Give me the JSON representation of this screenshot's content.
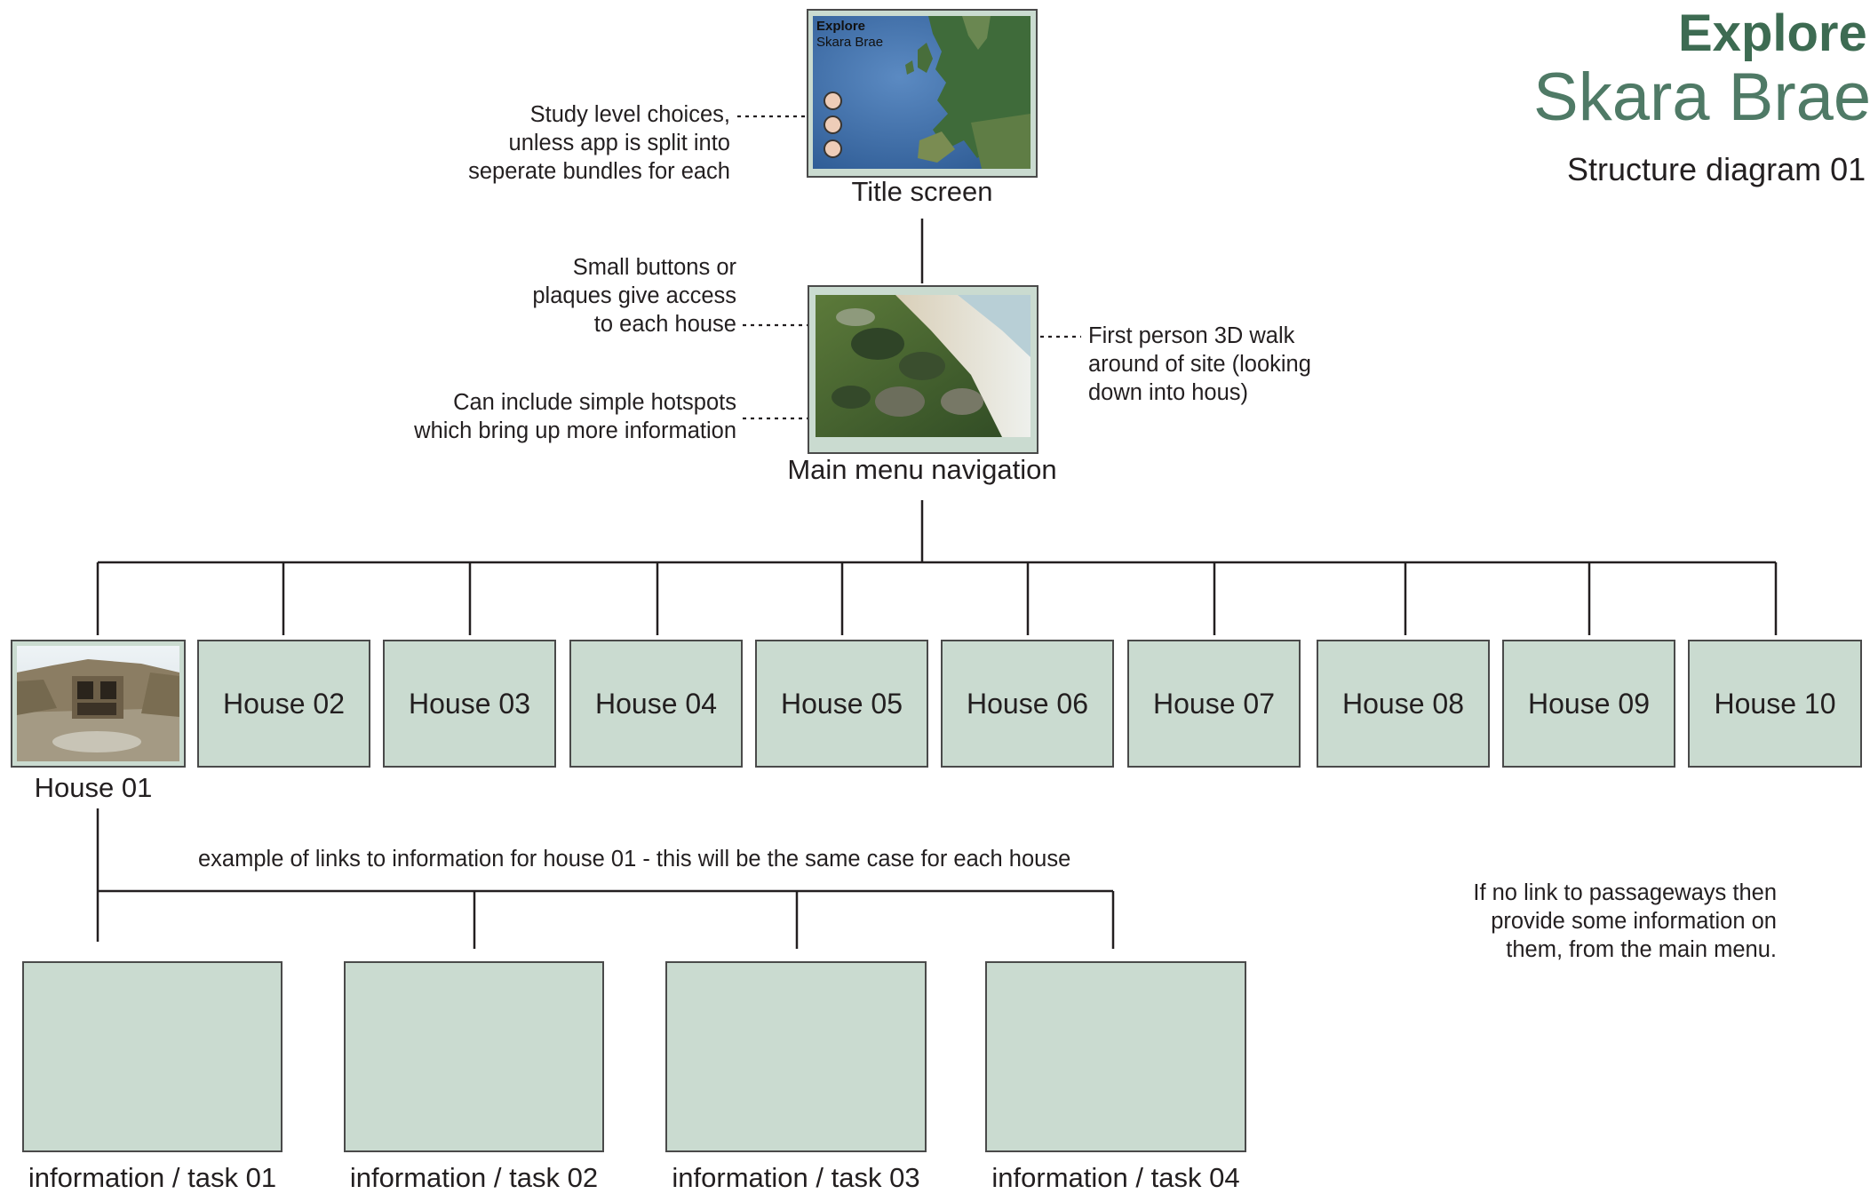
{
  "header": {
    "title_line1": "Explore",
    "title_line2": "Skara Brae",
    "subtitle": "Structure diagram 01"
  },
  "title_screen": {
    "label": "Title screen",
    "inner_title": "Explore",
    "inner_subtitle": "Skara Brae",
    "level_buttons": 3
  },
  "main_menu": {
    "label": "Main menu navigation"
  },
  "notes": {
    "study_levels": [
      "Study level choices,",
      "unless app is split into",
      "seperate bundles for each"
    ],
    "small_buttons": [
      "Small buttons or",
      "plaques give access",
      "to each house"
    ],
    "hotspots": [
      "Can include simple hotspots",
      "which bring up more information"
    ],
    "first_person": [
      "First person 3D walk",
      "around of site (looking",
      "down into hous)"
    ],
    "example_links": "example of links to information for house 01 - this will be the same case for each house",
    "passageways": [
      "If no link to passageways then",
      "provide some information on",
      "them, from the main menu."
    ]
  },
  "houses": [
    {
      "label": "House 01",
      "has_image": true
    },
    {
      "label": "House 02"
    },
    {
      "label": "House 03"
    },
    {
      "label": "House 04"
    },
    {
      "label": "House 05"
    },
    {
      "label": "House 06"
    },
    {
      "label": "House 07"
    },
    {
      "label": "House 08"
    },
    {
      "label": "House 09"
    },
    {
      "label": "House 10"
    }
  ],
  "info_tasks": [
    {
      "label": "information / task 01"
    },
    {
      "label": "information / task 02"
    },
    {
      "label": "information / task 03"
    },
    {
      "label": "information / task 04"
    }
  ],
  "colors": {
    "box_fill": "#cadbd0",
    "box_border": "#4a4a4a",
    "title_green": "#3d6b52",
    "title_green_light": "#4f7a66",
    "line": "#231f20"
  }
}
